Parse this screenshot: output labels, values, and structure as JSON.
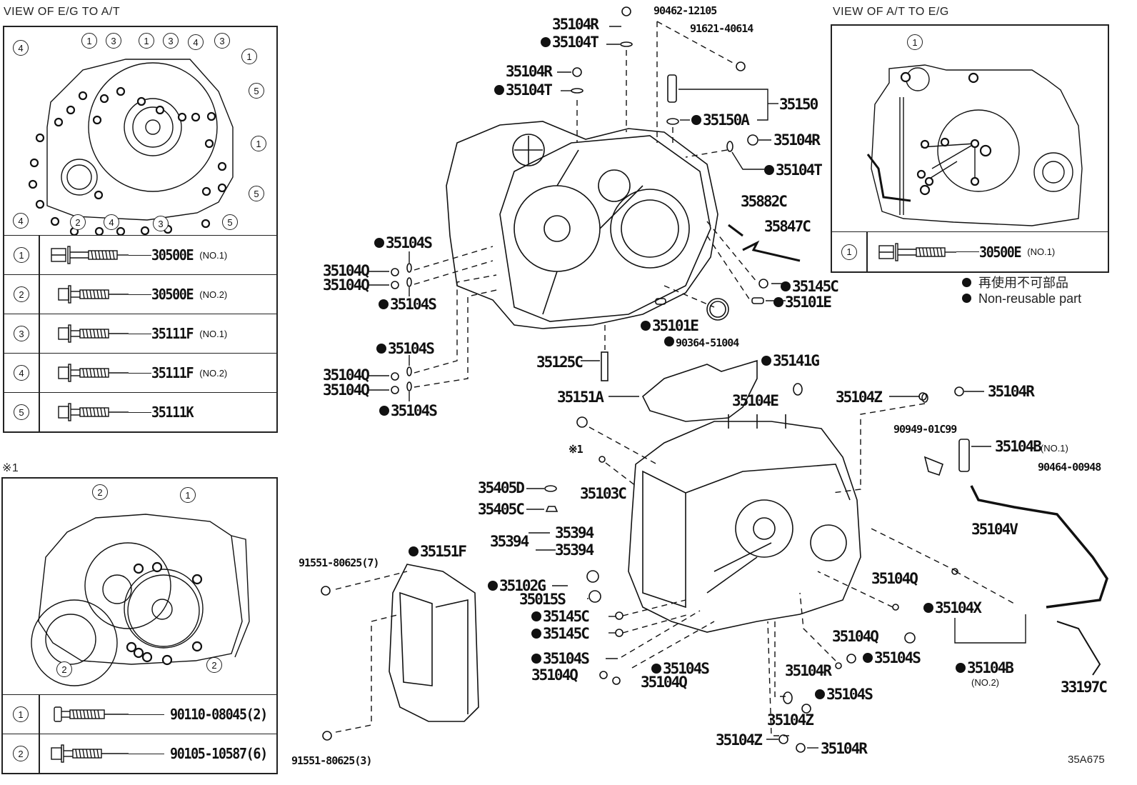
{
  "diagram_id": "35A675",
  "legend": {
    "symbol_jp": "再使用不可部品",
    "symbol_en": "Non-reusable part"
  },
  "views": {
    "eg_to_at": {
      "title": "VIEW OF E/G TO A/T",
      "bolt_table": [
        {
          "num": "1",
          "part": "30500E",
          "note": "(NO.1)"
        },
        {
          "num": "2",
          "part": "30500E",
          "note": "(NO.2)"
        },
        {
          "num": "3",
          "part": "35111F",
          "note": "(NO.1)"
        },
        {
          "num": "4",
          "part": "35111F",
          "note": "(NO.2)"
        },
        {
          "num": "5",
          "part": "35111K",
          "note": ""
        }
      ],
      "callouts": [
        "4",
        "1",
        "3",
        "1",
        "3",
        "4",
        "3",
        "1",
        "5",
        "1",
        "5",
        "4",
        "2",
        "4",
        "3",
        "5"
      ]
    },
    "at_to_eg": {
      "title": "VIEW OF A/T TO E/G",
      "bolt_table": [
        {
          "num": "1",
          "part": "30500E",
          "note": "(NO.1)"
        }
      ],
      "callouts": [
        "1"
      ]
    },
    "ref1": {
      "title": "※1",
      "bolt_table": [
        {
          "num": "1",
          "part": "90110-08045(2)",
          "note": ""
        },
        {
          "num": "2",
          "part": "90105-10587(6)",
          "note": ""
        }
      ],
      "callouts": [
        "2",
        "1",
        "2",
        "2"
      ]
    }
  },
  "parts": [
    {
      "id": "35104R",
      "nr": false
    },
    {
      "id": "35104T",
      "nr": true
    },
    {
      "id": "35104R",
      "nr": false
    },
    {
      "id": "35104T",
      "nr": true
    },
    {
      "id": "90462-12105",
      "nr": false
    },
    {
      "id": "91621-40614",
      "nr": false
    },
    {
      "id": "35150",
      "nr": false
    },
    {
      "id": "35150A",
      "nr": true
    },
    {
      "id": "35104R",
      "nr": false
    },
    {
      "id": "35104T",
      "nr": true
    },
    {
      "id": "35882C",
      "nr": false
    },
    {
      "id": "35847C",
      "nr": false
    },
    {
      "id": "35104S",
      "nr": true
    },
    {
      "id": "35104Q",
      "nr": false
    },
    {
      "id": "35104Q",
      "nr": false
    },
    {
      "id": "35104S",
      "nr": true
    },
    {
      "id": "35145C",
      "nr": true
    },
    {
      "id": "35101E",
      "nr": true
    },
    {
      "id": "35101E",
      "nr": true
    },
    {
      "id": "90364-51004",
      "nr": true
    },
    {
      "id": "35104S",
      "nr": true
    },
    {
      "id": "35104Q",
      "nr": false
    },
    {
      "id": "35104Q",
      "nr": false
    },
    {
      "id": "35104S",
      "nr": true
    },
    {
      "id": "35125C",
      "nr": false
    },
    {
      "id": "35141G",
      "nr": true
    },
    {
      "id": "35151A",
      "nr": false
    },
    {
      "id": "35104E",
      "nr": false
    },
    {
      "id": "35104Z",
      "nr": false
    },
    {
      "id": "35104R",
      "nr": false
    },
    {
      "id": "90949-01C99",
      "nr": false
    },
    {
      "id": "35104B",
      "nr": false,
      "note": "(NO.1)"
    },
    {
      "id": "90464-00948",
      "nr": false
    },
    {
      "id": "※1",
      "nr": false
    },
    {
      "id": "35103C",
      "nr": false
    },
    {
      "id": "35405D",
      "nr": false
    },
    {
      "id": "35405C",
      "nr": false
    },
    {
      "id": "35104V",
      "nr": false
    },
    {
      "id": "35394",
      "nr": false
    },
    {
      "id": "35394",
      "nr": false
    },
    {
      "id": "35394",
      "nr": false
    },
    {
      "id": "91551-80625(7)",
      "nr": false
    },
    {
      "id": "35151F",
      "nr": true
    },
    {
      "id": "35102G",
      "nr": true
    },
    {
      "id": "35015S",
      "nr": false
    },
    {
      "id": "35145C",
      "nr": true
    },
    {
      "id": "35145C",
      "nr": true
    },
    {
      "id": "35104Q",
      "nr": false
    },
    {
      "id": "35104X",
      "nr": true
    },
    {
      "id": "35104Q",
      "nr": false
    },
    {
      "id": "35104S",
      "nr": true
    },
    {
      "id": "35104S",
      "nr": true
    },
    {
      "id": "35104S",
      "nr": true
    },
    {
      "id": "35104Q",
      "nr": false
    },
    {
      "id": "35104Q",
      "nr": false
    },
    {
      "id": "35104R",
      "nr": false
    },
    {
      "id": "35104B",
      "nr": true,
      "note": "(NO.2)"
    },
    {
      "id": "35104S",
      "nr": true
    },
    {
      "id": "33197C",
      "nr": false
    },
    {
      "id": "35104Z",
      "nr": false
    },
    {
      "id": "35104Z",
      "nr": false
    },
    {
      "id": "35104R",
      "nr": false
    },
    {
      "id": "91551-80625(3)",
      "nr": false
    }
  ]
}
